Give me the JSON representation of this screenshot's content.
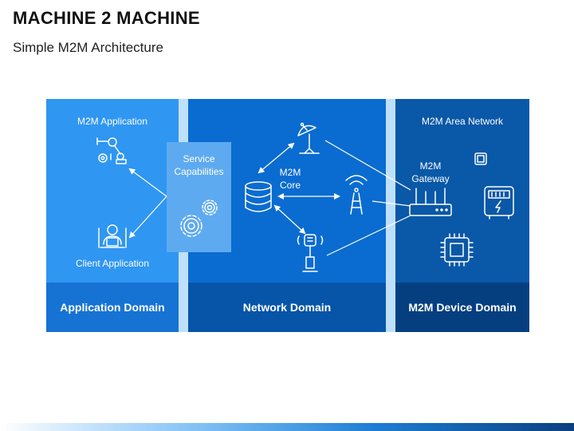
{
  "header": {
    "title": "MACHINE 2 MACHINE",
    "subtitle": "Simple M2M Architecture"
  },
  "domains": {
    "application": {
      "footer": "Application Domain",
      "top_label": "M2M Application",
      "bottom_label": "Client Application"
    },
    "service": {
      "label_line1": "Service",
      "label_line2": "Capabilities"
    },
    "network": {
      "footer": "Network Domain",
      "core_line1": "M2M",
      "core_line2": "Core"
    },
    "device": {
      "footer": "M2M Device Domain",
      "top_label": "M2M Area Network",
      "gateway_line1": "M2M",
      "gateway_line2": "Gateway"
    }
  },
  "icons": {
    "app_top": "robot-arm-icon",
    "app_bottom": "client-user-icon",
    "service": "gears-icon",
    "core": "database-icon",
    "satellite": "satellite-dish-icon",
    "tower": "antenna-tower-icon",
    "controller": "touch-controller-icon",
    "gateway": "router-icon",
    "chip_small": "chip-small-icon",
    "meter": "smart-meter-icon",
    "chip_large": "chip-large-icon"
  },
  "colors": {
    "app_panel": "#2f96f2",
    "app_footer": "#1673d4",
    "net_panel": "#0a6cd0",
    "net_footer": "#0755a8",
    "dev_panel": "#0a58a8",
    "dev_footer": "#063f80",
    "service_box": "#5eaaf0",
    "separator": "#bfe0fb"
  }
}
